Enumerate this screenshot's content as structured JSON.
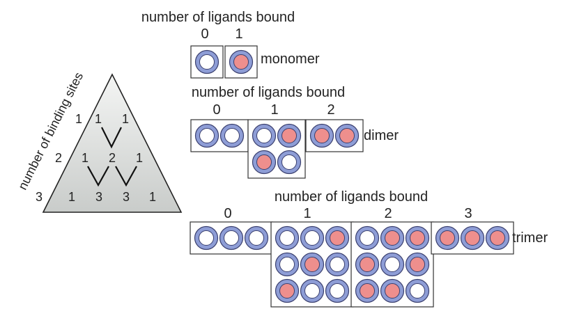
{
  "colors": {
    "ring": "#8e9dd6",
    "ring_stroke": "#3a3f6e",
    "bound": "#ee8f8d",
    "empty": "#ffffff",
    "triangle_top": "#f4f5f4",
    "triangle_bottom": "#c9ccca"
  },
  "triangle": {
    "axis_label": "number of binding sites",
    "rows": [
      {
        "sites": "1",
        "coefficients": [
          "1",
          "1"
        ]
      },
      {
        "sites": "2",
        "coefficients": [
          "1",
          "2",
          "1"
        ]
      },
      {
        "sites": "3",
        "coefficients": [
          "1",
          "3",
          "3",
          "1"
        ]
      }
    ]
  },
  "monomer": {
    "heading": "number of ligands bound",
    "label": "monomer",
    "counts": [
      {
        "n": "0",
        "states": [
          [
            0
          ]
        ]
      },
      {
        "n": "1",
        "states": [
          [
            1
          ]
        ]
      }
    ]
  },
  "dimer": {
    "heading": "number of ligands bound",
    "label": "dimer",
    "counts": [
      {
        "n": "0",
        "states": [
          [
            0,
            0
          ]
        ]
      },
      {
        "n": "1",
        "states": [
          [
            0,
            1
          ],
          [
            1,
            0
          ]
        ]
      },
      {
        "n": "2",
        "states": [
          [
            1,
            1
          ]
        ]
      }
    ]
  },
  "trimer": {
    "heading": "number of ligands bound",
    "label": "trimer",
    "counts": [
      {
        "n": "0",
        "states": [
          [
            0,
            0,
            0
          ]
        ]
      },
      {
        "n": "1",
        "states": [
          [
            0,
            0,
            1
          ],
          [
            0,
            1,
            0
          ],
          [
            1,
            0,
            0
          ]
        ]
      },
      {
        "n": "2",
        "states": [
          [
            0,
            1,
            1
          ],
          [
            1,
            0,
            1
          ],
          [
            1,
            1,
            0
          ]
        ]
      },
      {
        "n": "3",
        "states": [
          [
            1,
            1,
            1
          ]
        ]
      }
    ]
  }
}
